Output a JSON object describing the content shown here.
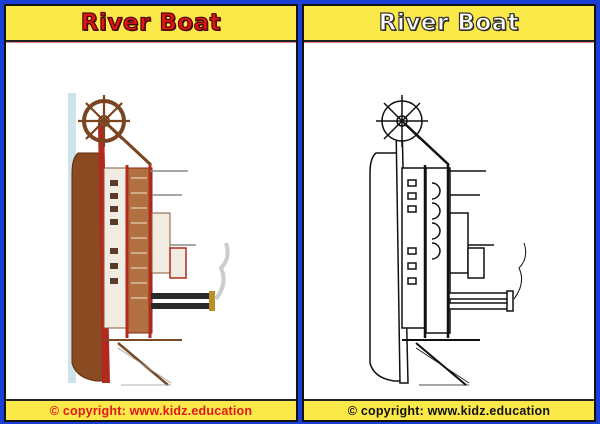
{
  "cards": [
    {
      "title": "River Boat",
      "title_color": "#e31414",
      "image": "river-boat-color-illustration",
      "footer": "© copyright: www.kidz.education",
      "footer_color": "#e01818"
    },
    {
      "title": "River Boat",
      "title_color": "#ffffff",
      "image": "river-boat-line-drawing",
      "footer": "© copyright: www.kidz.education",
      "footer_color": "#111111"
    }
  ],
  "colors": {
    "frame_blue": "#1a3fd6",
    "header_yellow": "#fbe94a"
  }
}
